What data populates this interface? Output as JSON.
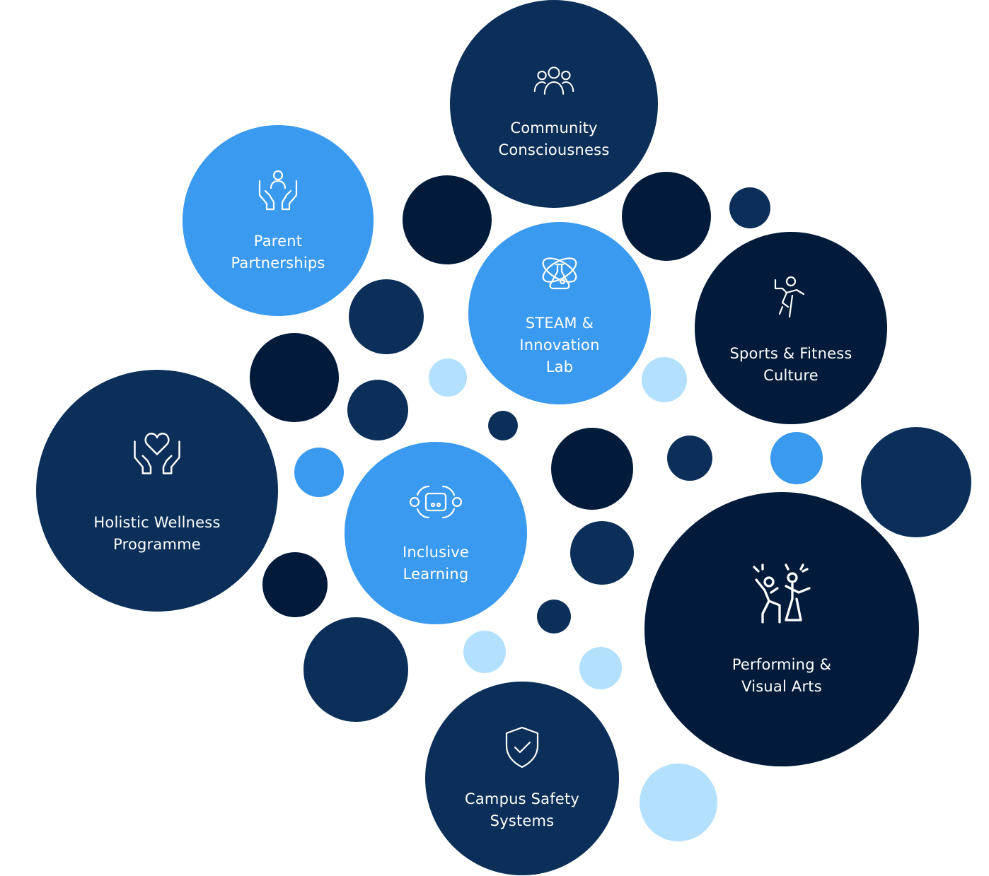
{
  "colors": {
    "navy": "#0b2f59",
    "dark_navy": "#021b3a",
    "blue": "#3a9af0",
    "light_blue": "#b3e1fd"
  },
  "nodes": [
    {
      "label": "Community Consciousness",
      "icon": "community-icon"
    },
    {
      "label": "Parent Partnerships",
      "icon": "hands-person-icon"
    },
    {
      "label": "STEAM & Innovation Lab",
      "icon": "atom-flask-icon"
    },
    {
      "label": "Sports & Fitness Culture",
      "icon": "athlete-icon"
    },
    {
      "label": "Holistic Wellness Programme",
      "icon": "heart-hands-icon"
    },
    {
      "label": "Inclusive Learning",
      "icon": "inclusive-board-icon"
    },
    {
      "label": "Performing & Visual Arts",
      "icon": "dancers-icon"
    },
    {
      "label": "Campus Safety Systems",
      "icon": "shield-check-icon"
    }
  ]
}
